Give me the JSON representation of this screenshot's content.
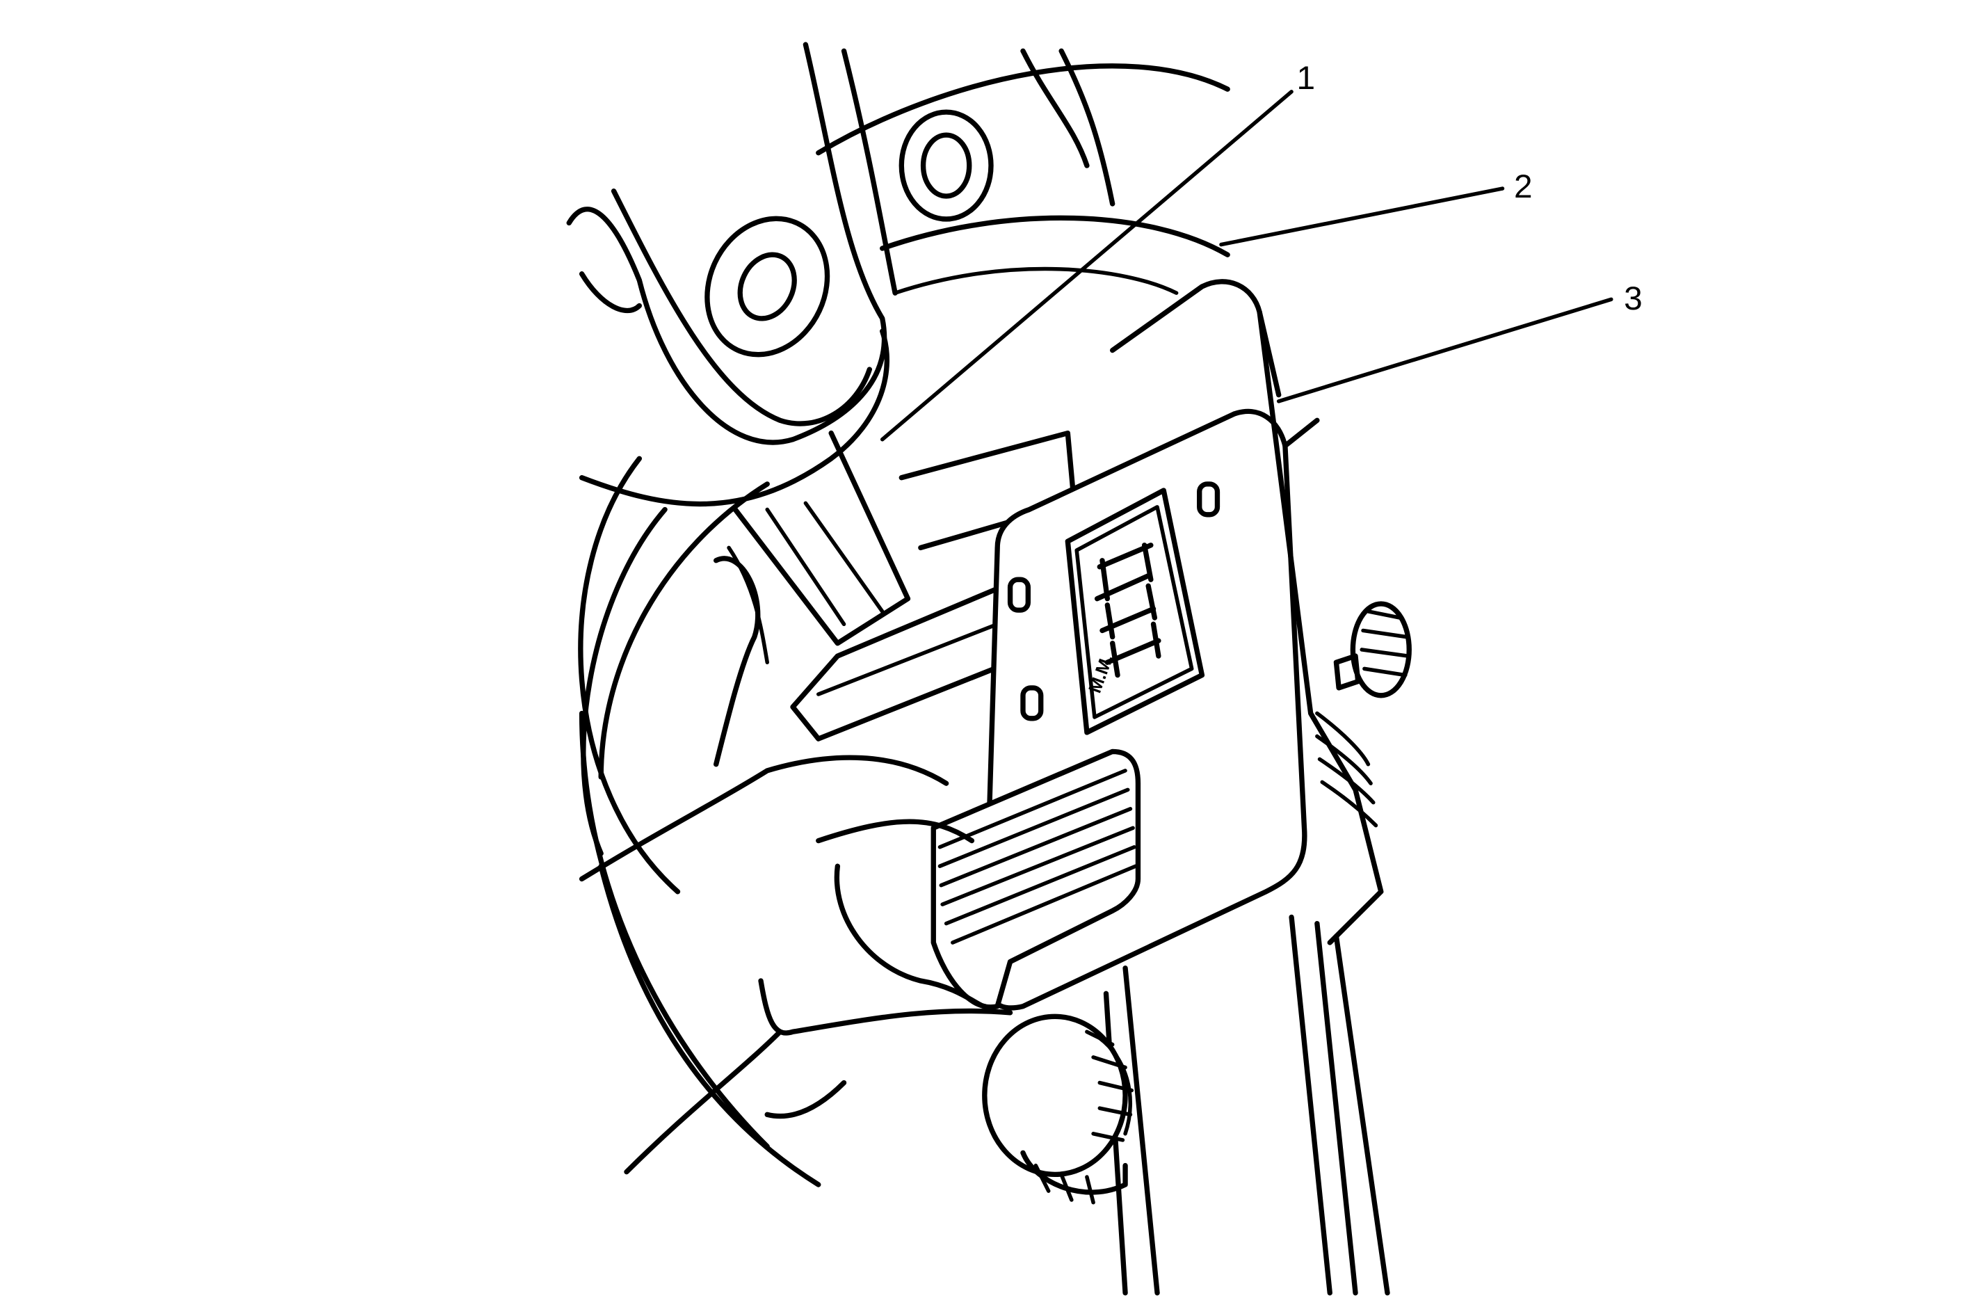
{
  "callouts": [
    {
      "id": "1",
      "label": "1"
    },
    {
      "id": "2",
      "label": "2"
    },
    {
      "id": "3",
      "label": "3"
    }
  ],
  "display": {
    "unit_text": "M.M."
  }
}
